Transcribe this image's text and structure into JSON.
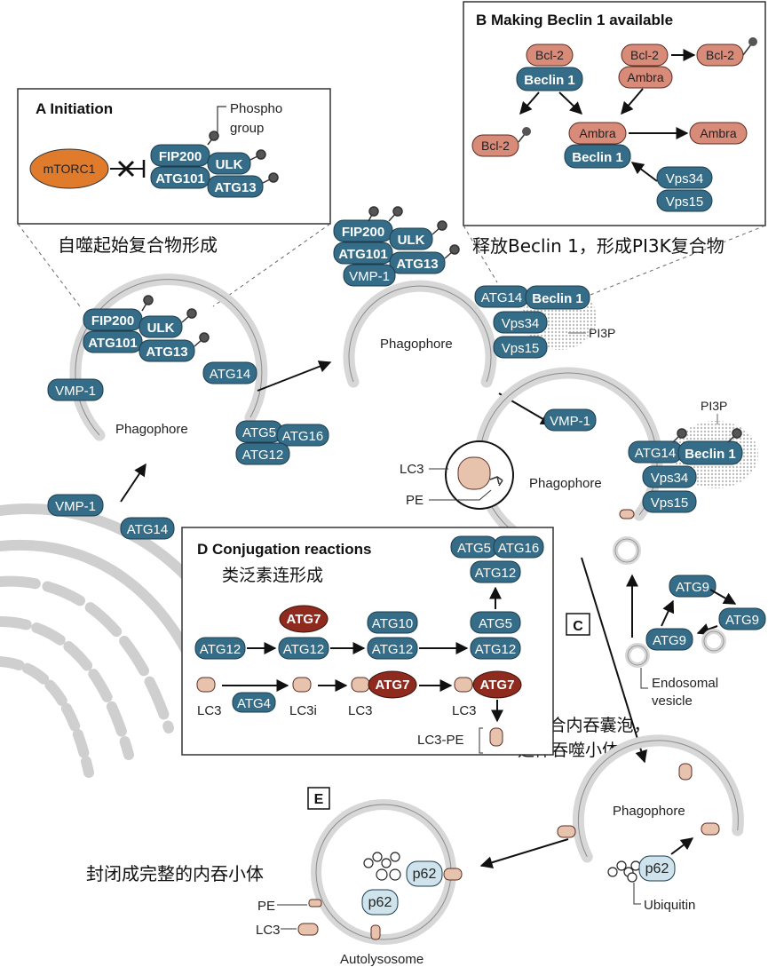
{
  "colors": {
    "blue": "#356c87",
    "salmon": "#d98b7a",
    "orange": "#e07b2c",
    "dark_red": "#8f2a1e",
    "membrane": "#d7d7d7",
    "lc3": "#e7c2ad",
    "p62": "#cfe3ec"
  },
  "panel_a": {
    "title": "A Initiation",
    "mtorc1": "mTORC1",
    "fip200": "FIP200",
    "ulk": "ULK",
    "atg101": "ATG101",
    "atg13": "ATG13",
    "phospho_line1": "Phospho",
    "phospho_line2": "group",
    "caption_cn": "自噬起始复合物形成"
  },
  "panel_b": {
    "title": "B Making Beclin 1 available",
    "bcl2": "Bcl-2",
    "beclin1": "Beclin 1",
    "ambra": "Ambra",
    "vps34": "Vps34",
    "vps15": "Vps15",
    "caption_cn": "释放Beclin 1，形成PI3K复合物"
  },
  "main": {
    "phagophore": "Phagophore",
    "vmp1": "VMP-1",
    "atg14": "ATG14",
    "atg5": "ATG5",
    "atg16": "ATG16",
    "atg12": "ATG12",
    "fip200": "FIP200",
    "ulk": "ULK",
    "atg101": "ATG101",
    "atg13": "ATG13",
    "beclin1": "Beclin 1",
    "vps34": "Vps34",
    "vps15": "Vps15",
    "pi3p": "PI3P",
    "lc3": "LC3",
    "pe": "PE"
  },
  "panel_c": {
    "label": "C",
    "atg9": "ATG9",
    "endosomal_line1": "Endosomal",
    "endosomal_line2": "vesicle",
    "caption_cn_line1": "c.融合内吞囊泡，",
    "caption_cn_line2": "延伸吞噬小体"
  },
  "panel_d": {
    "title": "D Conjugation reactions",
    "caption_cn": "类泛素连形成",
    "atg7": "ATG7",
    "atg10": "ATG10",
    "atg12": "ATG12",
    "atg5": "ATG5",
    "atg16": "ATG16",
    "atg4": "ATG4",
    "lc3": "LC3",
    "lc3i": "LC3i",
    "lc3_pe": "LC3-PE"
  },
  "panel_e": {
    "label": "E",
    "p62": "p62",
    "ubiquitin": "Ubiquitin",
    "autolysosome": "Autolysosome",
    "pe": "PE",
    "lc3": "LC3",
    "phagophore": "Phagophore",
    "caption_cn": "封闭成完整的内吞小体"
  }
}
